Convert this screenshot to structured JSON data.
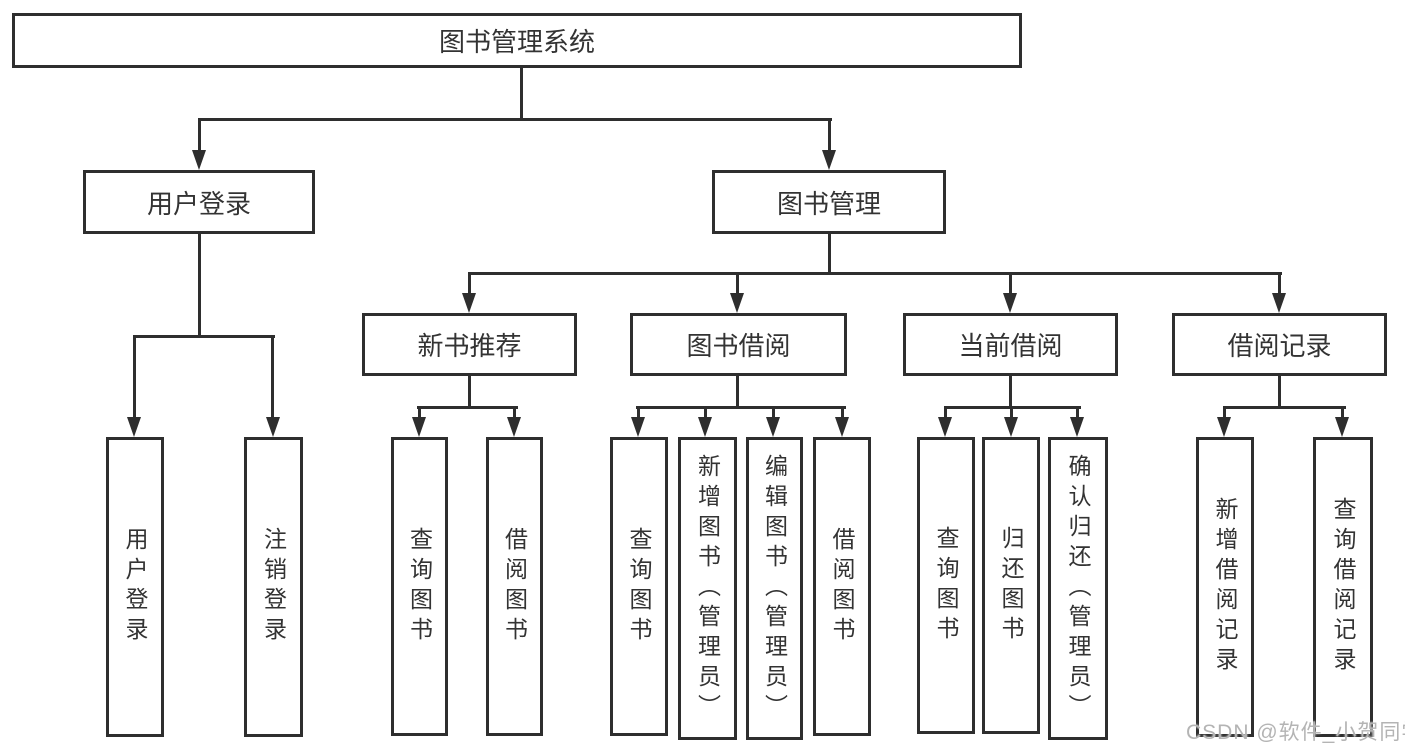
{
  "colors": {
    "line": "#2e2e2e",
    "text": "#333333",
    "watermark": "#b4b4b4",
    "bg": "#ffffff"
  },
  "watermark": {
    "text": "CSDN @软件_小贺同学"
  },
  "tree": {
    "label": "图书管理系统",
    "children": [
      {
        "label": "用户登录",
        "children": [
          {
            "label": "用户登录"
          },
          {
            "label": "注销登录"
          }
        ]
      },
      {
        "label": "图书管理",
        "children": [
          {
            "label": "新书推荐",
            "children": [
              {
                "label": "查询图书"
              },
              {
                "label": "借阅图书"
              }
            ]
          },
          {
            "label": "图书借阅",
            "children": [
              {
                "label": "查询图书"
              },
              {
                "label": "新增图书（管理员）"
              },
              {
                "label": "编辑图书（管理员）"
              },
              {
                "label": "借阅图书"
              }
            ]
          },
          {
            "label": "当前借阅",
            "children": [
              {
                "label": "查询图书"
              },
              {
                "label": "归还图书"
              },
              {
                "label": "确认归还（管理员）"
              }
            ]
          },
          {
            "label": "借阅记录",
            "children": [
              {
                "label": "新增借阅记录"
              },
              {
                "label": "查询借阅记录"
              }
            ]
          }
        ]
      }
    ]
  }
}
